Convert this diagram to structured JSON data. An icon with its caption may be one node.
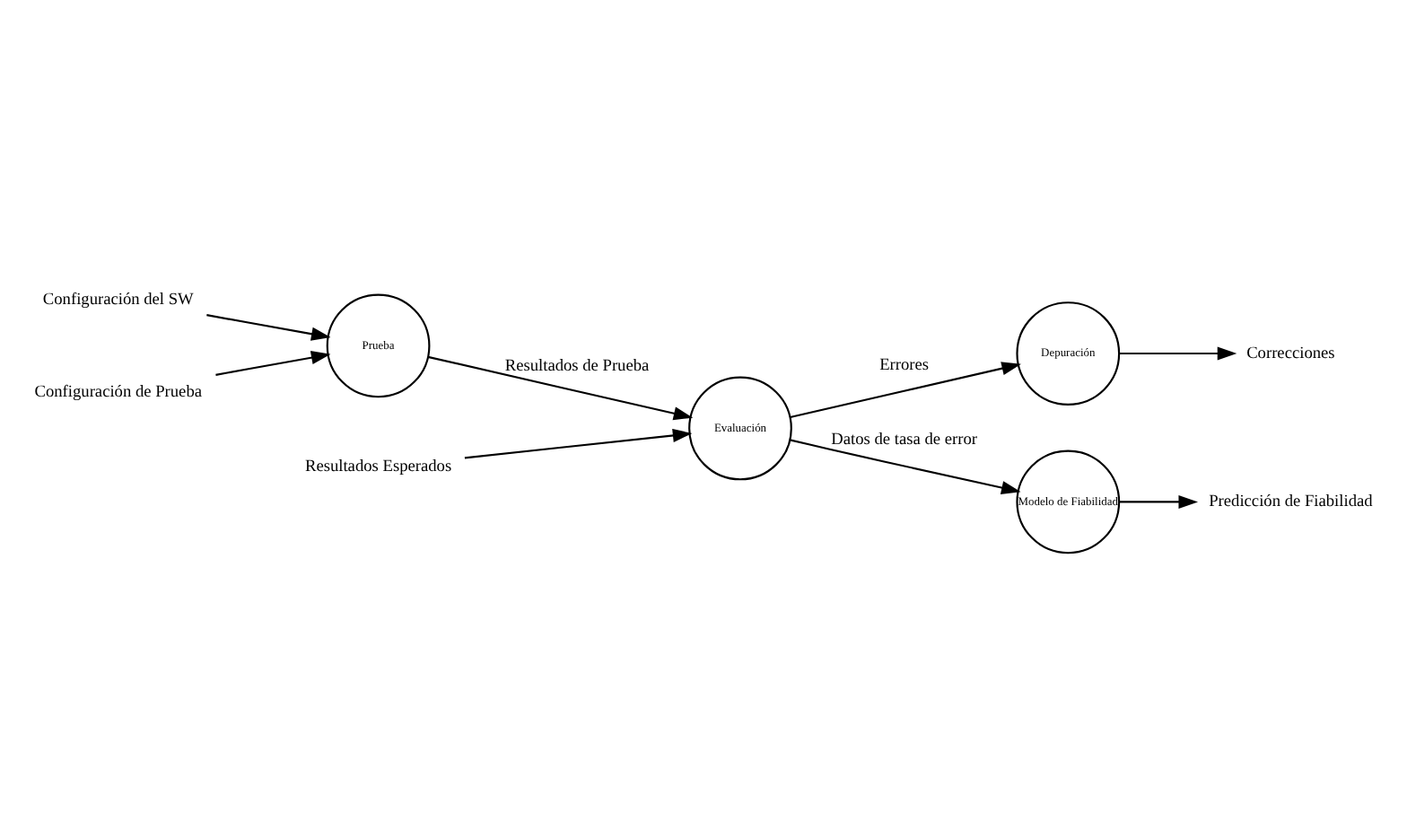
{
  "diagram": {
    "nodes": [
      {
        "text": [
          "Configuración del SW"
        ]
      },
      {
        "text": [
          "Prueba"
        ]
      },
      {
        "text": [
          "Evaluación"
        ]
      },
      {
        "text": [
          "Depuración"
        ]
      },
      {
        "text": [
          "Modelo de Fiabilidad"
        ]
      },
      {
        "text": [
          "Configuración de Prueba"
        ]
      },
      {
        "text": [
          "Resultados Esperados"
        ]
      },
      {
        "text": [
          "Correcciones"
        ]
      },
      {
        "text": [
          "Predicción de Fiabilidad"
        ]
      }
    ],
    "edges": [
      {
        "from": 0,
        "to": 1,
        "arrow": "to"
      },
      {
        "from": 5,
        "to": 1,
        "arrow": "to"
      },
      {
        "from": 1,
        "to": 2,
        "arrow": "to",
        "label": "Resultados de Prueba"
      },
      {
        "from": 6,
        "to": 2,
        "arrow": "to"
      },
      {
        "from": 2,
        "to": 3,
        "arrow": "to",
        "label": "Errores"
      },
      {
        "from": 2,
        "to": 4,
        "arrow": "to",
        "label": "Datos de tasa de error"
      },
      {
        "from": 3,
        "to": 7,
        "arrow": "to"
      },
      {
        "from": 4,
        "to": 8,
        "arrow": "to"
      }
    ]
  }
}
